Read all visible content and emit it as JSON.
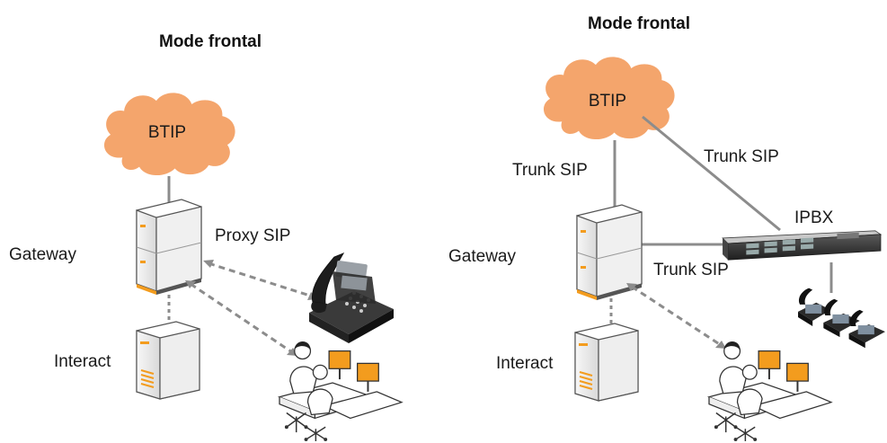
{
  "left_panel": {
    "title": "Mode frontal",
    "cloud_label": "BTIP",
    "gateway_label": "Gateway",
    "proxy_label": "Proxy SIP",
    "interact_label": "Interact"
  },
  "right_panel": {
    "title": "Mode frontal",
    "cloud_label": "BTIP",
    "trunk_gateway_label": "Trunk SIP",
    "trunk_ipbx_label": "Trunk SIP",
    "ipbx_label": "IPBX",
    "gateway_label": "Gateway",
    "trunk_lower_label": "Trunk SIP",
    "interact_label": "Interact"
  },
  "colors": {
    "cloud_fill": "#f4a56c",
    "cloud_edge": "#f7c7a0",
    "line": "#8c8c8c",
    "device_accent": "#f39c1e"
  }
}
